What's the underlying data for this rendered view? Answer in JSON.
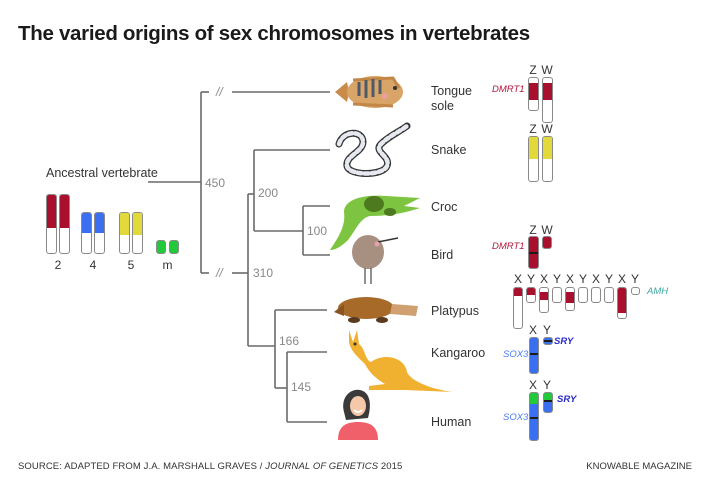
{
  "title": "The varied origins of sex chromosomes in vertebrates",
  "colors": {
    "chr2": "#a8102e",
    "chr4": "#3a6ff2",
    "chr5": "#e2d93a",
    "chrm": "#22c93a",
    "amh": "#3aa8a0",
    "sry": "#2a2ac8",
    "sox3": "#4a7cf0",
    "dmrt1": "#b5163a",
    "branch": "#6a6a6a"
  },
  "ancestor": {
    "label": "Ancestral vertebrate",
    "chromosomes": [
      {
        "name": "2",
        "color": "chr2"
      },
      {
        "name": "4",
        "color": "chr4"
      },
      {
        "name": "5",
        "color": "chr5"
      },
      {
        "name": "m",
        "color": "chrm"
      }
    ]
  },
  "tree": {
    "node_ages_mya": [
      "450",
      "310",
      "200",
      "100",
      "166",
      "145"
    ],
    "break_marks": [
      "//",
      "//"
    ]
  },
  "species": [
    {
      "name": "Tongue sole",
      "name_line1": "Tongue",
      "name_line2": "sole",
      "system": "ZW",
      "labels": [
        "Z",
        "W"
      ],
      "gene": "DMRT1",
      "icon": "flatfish-icon"
    },
    {
      "name": "Snake",
      "system": "ZW",
      "labels": [
        "Z",
        "W"
      ],
      "gene": "",
      "icon": "snake-icon"
    },
    {
      "name": "Croc",
      "system": "none",
      "labels": [],
      "gene": "",
      "icon": "crocodile-icon"
    },
    {
      "name": "Bird",
      "system": "ZW",
      "labels": [
        "Z",
        "W"
      ],
      "gene": "DMRT1",
      "icon": "kiwi-bird-icon"
    },
    {
      "name": "Platypus",
      "system": "XY",
      "labels": [
        "X",
        "Y",
        "X",
        "Y",
        "X",
        "Y",
        "X",
        "Y",
        "X",
        "Y"
      ],
      "gene": "AMH",
      "icon": "platypus-icon"
    },
    {
      "name": "Kangaroo",
      "system": "XY",
      "labels": [
        "X",
        "Y"
      ],
      "gene_x": "SOX3",
      "gene_y": "SRY",
      "icon": "kangaroo-icon"
    },
    {
      "name": "Human",
      "system": "XY",
      "labels": [
        "X",
        "Y"
      ],
      "gene_x": "SOX3",
      "gene_y": "SRY",
      "icon": "human-icon"
    }
  ],
  "footer": {
    "source_prefix": "SOURCE: ADAPTED FROM J.A. MARSHALL GRAVES / ",
    "source_journal": "JOURNAL OF GENETICS",
    "source_year": " 2015",
    "credit": "KNOWABLE MAGAZINE"
  }
}
